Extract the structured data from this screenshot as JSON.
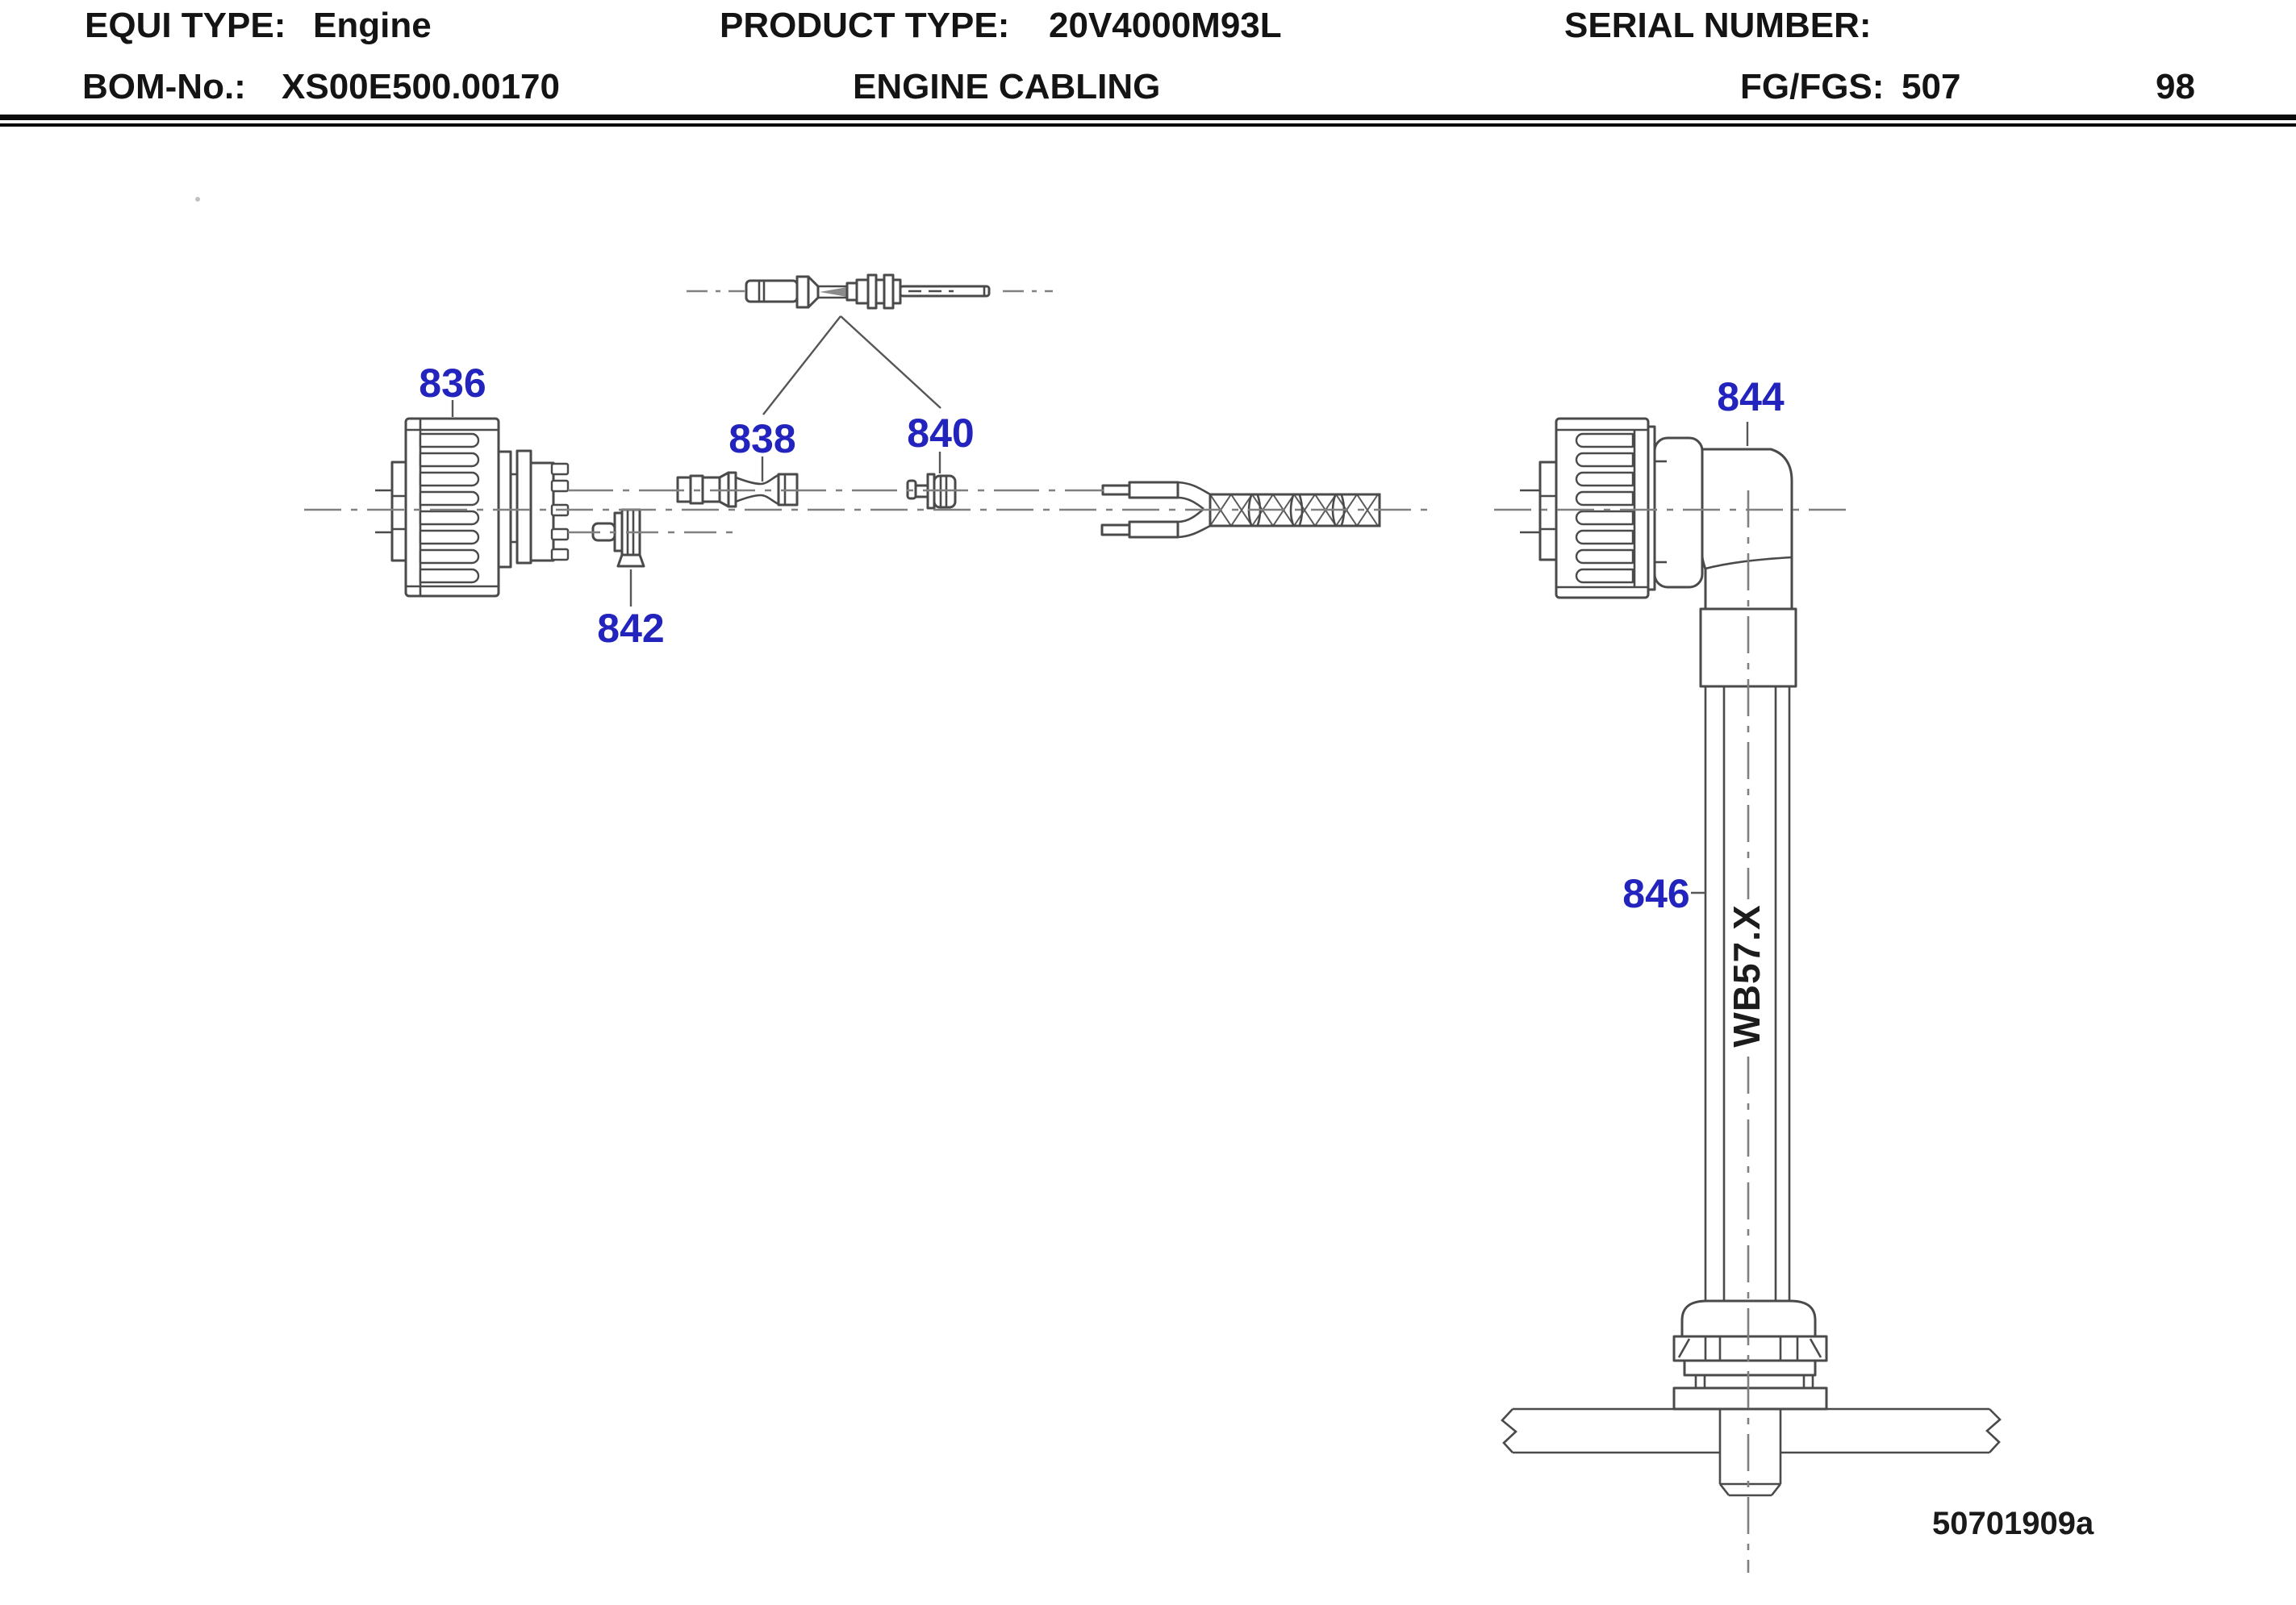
{
  "header": {
    "equi_type_label": "EQUI TYPE:",
    "equi_type_value": "Engine",
    "product_type_label": "PRODUCT TYPE:",
    "product_type_value": "20V4000M93L",
    "serial_number_label": "SERIAL NUMBER:",
    "bom_no_label": "BOM-No.:",
    "bom_no_value": "XS00E500.00170",
    "drawing_title": "ENGINE CABLING",
    "fg_fgs_label": "FG/FGS:",
    "fg_fgs_value": "507",
    "page_number": "98"
  },
  "diagram": {
    "part_labels": {
      "p836": "836",
      "p838": "838",
      "p840": "840",
      "p842": "842",
      "p844": "844",
      "p846": "846"
    },
    "cable_marking": "WB57.X",
    "figure_number": "50701909a",
    "colors": {
      "part_label_blue": "#2323bd",
      "line": "#4a4a4a",
      "centerline": "#808080",
      "header_text": "#141414"
    }
  }
}
